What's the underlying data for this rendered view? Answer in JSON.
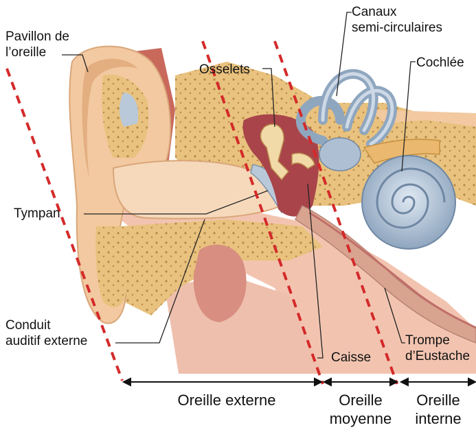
{
  "labels": {
    "pavillon": "Pavillon de\nl’oreille",
    "canaux": "Canaux\nsemi-circulaires",
    "cochlee": "Cochlée",
    "osselets": "Osselets",
    "tympan": "Tympan",
    "conduit": "Conduit\nauditif externe",
    "trompe": "Trompe\nd’Eustache",
    "caisse": "Caisse"
  },
  "zones": {
    "externe": "Oreille externe",
    "moyenne": "Oreille\nmoyenne",
    "interne": "Oreille\ninterne"
  },
  "colors": {
    "divider": "#d42a2a",
    "skin": "#f2c9a0",
    "canal": "#f6d9bb",
    "bone": "#e8c27e",
    "bone_dot": "#b8884a",
    "cochlea": "#aebfd3",
    "cochlea_dark": "#6f87a3",
    "middle_ear": "#a8444a",
    "muscle": "#c9695c",
    "tissue": "#eab9a8"
  }
}
